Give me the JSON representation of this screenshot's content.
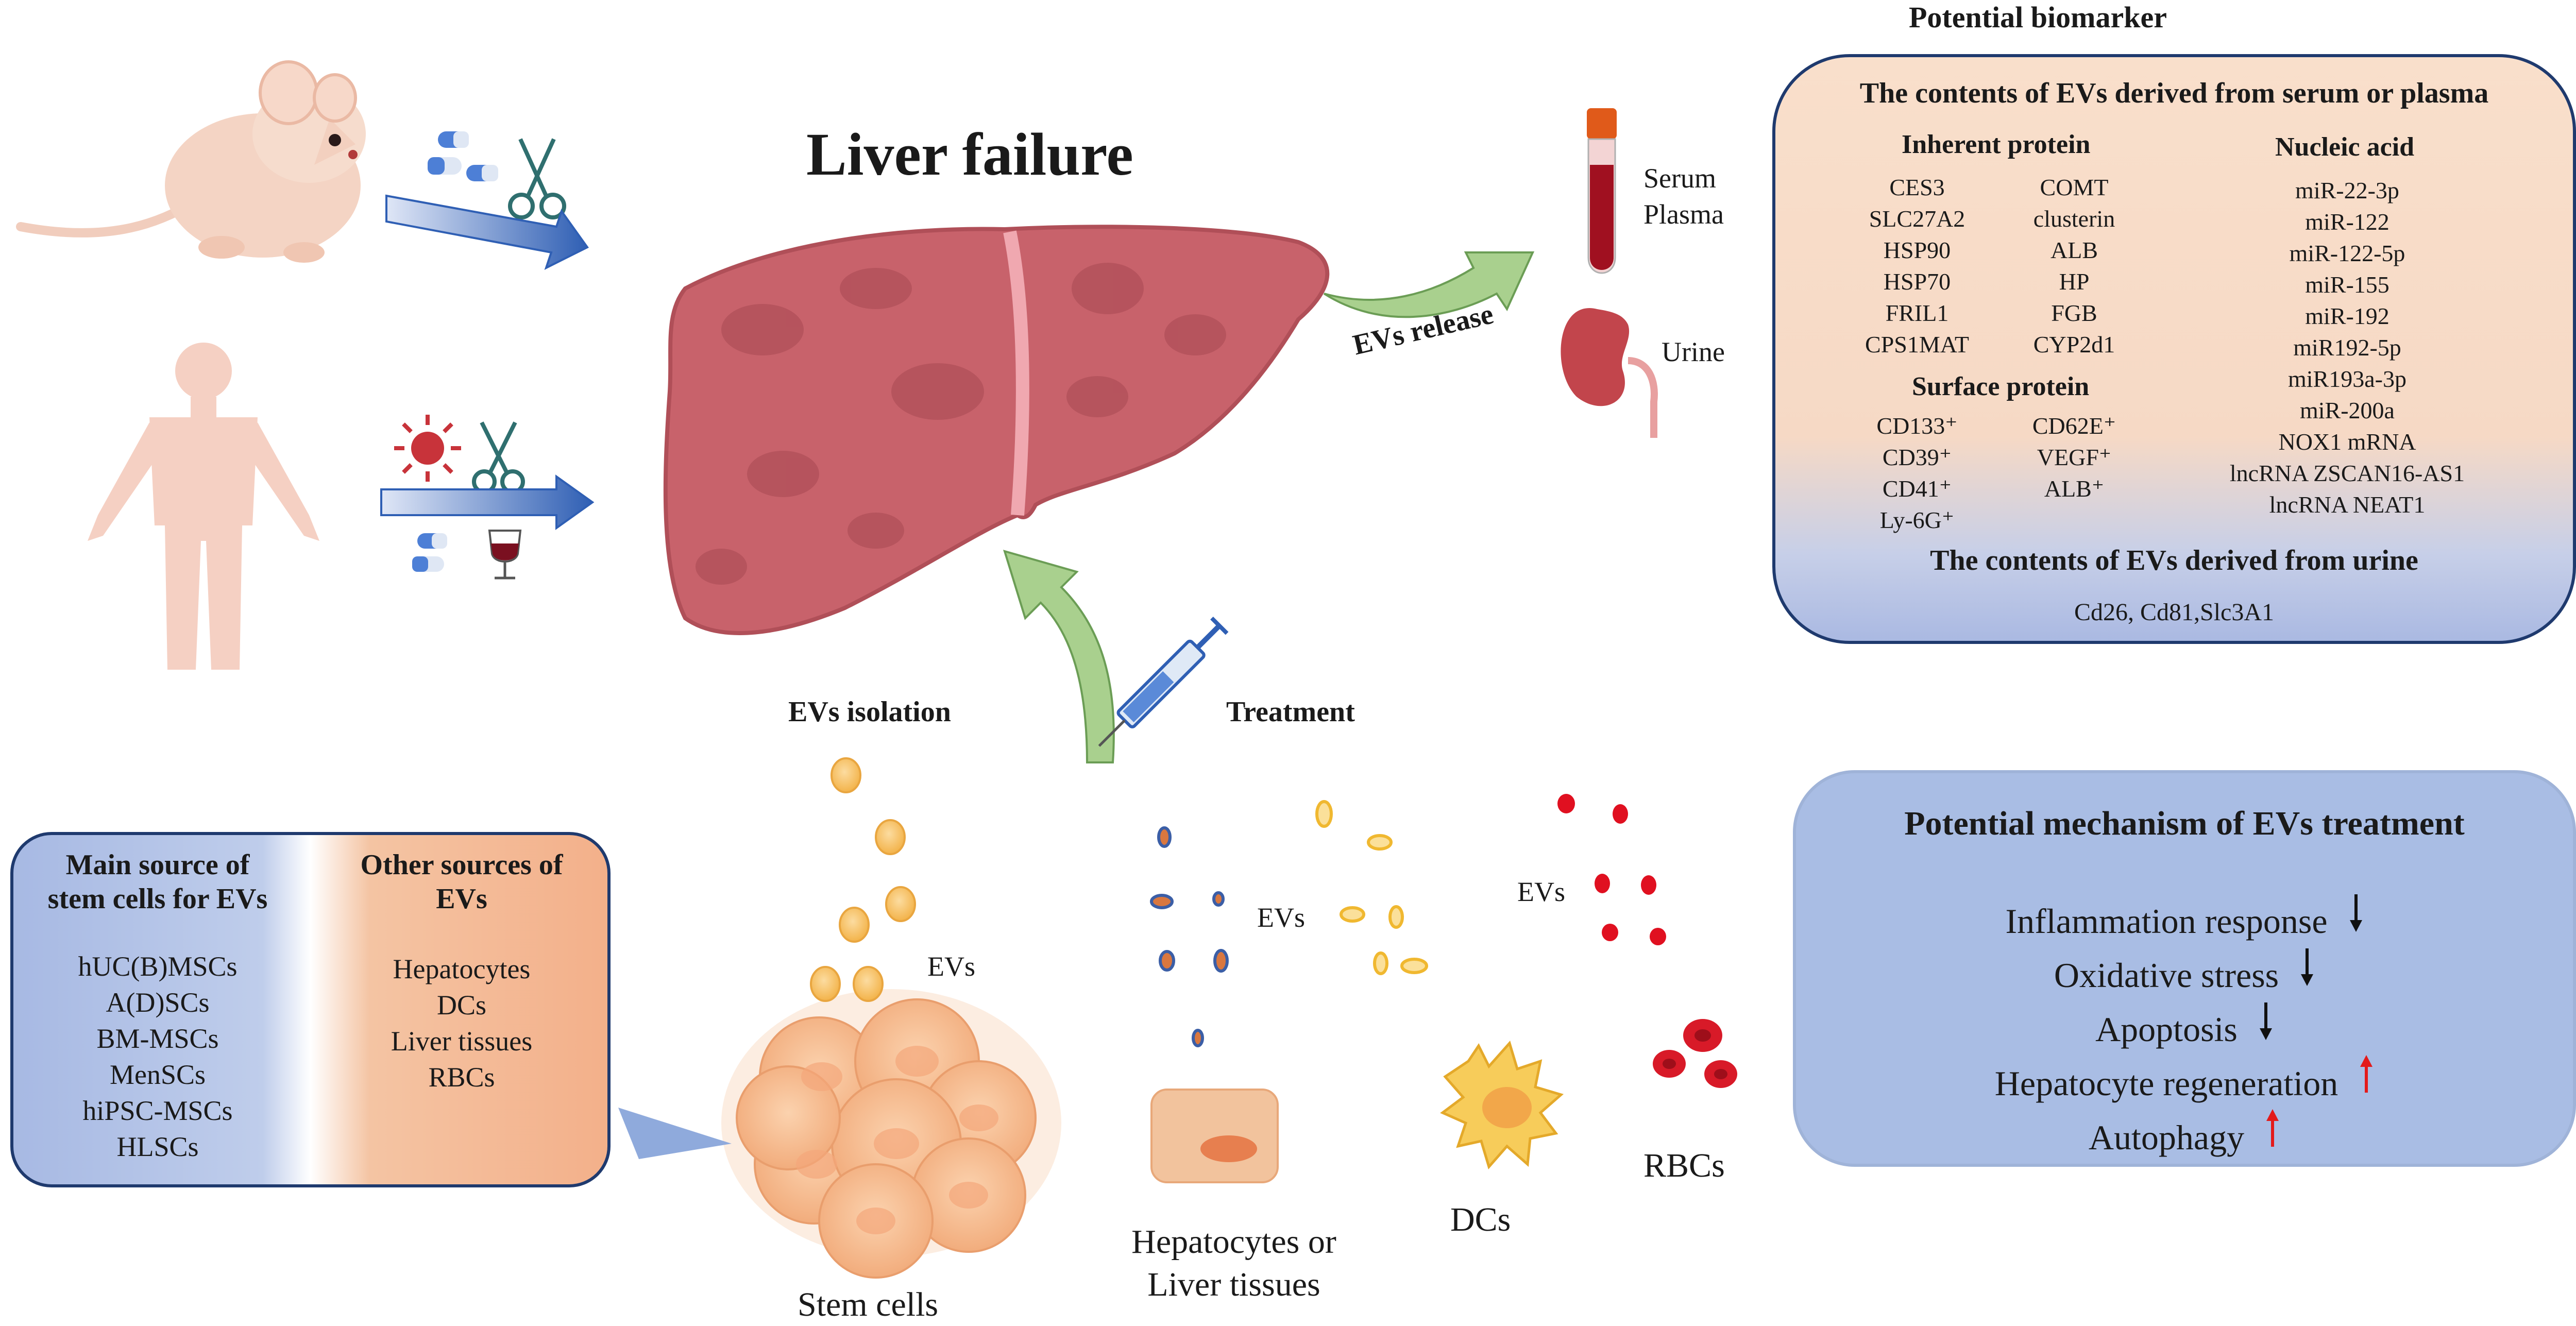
{
  "title": "Liver failure",
  "header": {
    "potential_biomarker": "Potential biomarker"
  },
  "samples": {
    "serum": "Serum",
    "plasma": "Plasma",
    "urine": "Urine"
  },
  "labels": {
    "evs_release": "EVs release",
    "evs_isolation": "EVs isolation",
    "treatment": "Treatment",
    "evs": "EVs",
    "stem_cells": "Stem cells",
    "hepatocytes_line1": "Hepatocytes or",
    "hepatocytes_line2": "Liver tissues",
    "dcs": "DCs",
    "rbcs": "RBCs"
  },
  "biomarker_panel": {
    "serum_title": "The contents of EVs derived from serum or plasma",
    "inherent_title": "Inherent protein",
    "inherent_col1": [
      "CES3",
      "SLC27A2",
      "HSP90",
      "HSP70",
      "FRIL1",
      "CPS1MAT"
    ],
    "inherent_col2": [
      "COMT",
      "clusterin",
      "ALB",
      "HP",
      "FGB",
      "CYP2d1"
    ],
    "surface_title": "Surface protein",
    "surface_col1": [
      "CD133⁺",
      "CD39⁺",
      "CD41⁺",
      "Ly-6G⁺"
    ],
    "surface_col2": [
      "CD62E⁺",
      "VEGF⁺",
      "ALB⁺"
    ],
    "nucleic_title": "Nucleic acid",
    "nucleic_items": [
      "miR-22-3p",
      "miR-122",
      "miR-122-5p",
      "miR-155",
      "miR-192",
      "miR192-5p",
      "miR193a-3p",
      "miR-200a",
      "NOX1 mRNA",
      "lncRNA ZSCAN16-AS1",
      "lncRNA NEAT1"
    ],
    "urine_title": "The contents of EVs derived from urine",
    "urine_items": "Cd26, Cd81,Slc3A1"
  },
  "mechanism_panel": {
    "title": "Potential mechanism of EVs treatment",
    "items": [
      {
        "text": "Inflammation response",
        "direction": "down"
      },
      {
        "text": "Oxidative stress",
        "direction": "down"
      },
      {
        "text": "Apoptosis",
        "direction": "down"
      },
      {
        "text": "Hepatocyte regeneration",
        "direction": "up"
      },
      {
        "text": "Autophagy",
        "direction": "up"
      }
    ]
  },
  "source_panel": {
    "main_title_line1": "Main source of",
    "main_title_line2": "stem cells for EVs",
    "main_items": [
      "hUC(B)MSCs",
      "A(D)SCs",
      "BM-MSCs",
      "MenSCs",
      "hiPSC-MSCs",
      "HLSCs"
    ],
    "other_title_line1": "Other sources of",
    "other_title_line2": "EVs",
    "other_items": [
      "Hepatocytes",
      "DCs",
      "Liver tissues",
      "RBCs"
    ]
  },
  "colors": {
    "liver": "#c8606a",
    "liver_dark": "#a4484f",
    "arrow_green": "#a8cf8e",
    "arrow_blue": "#3f6fc0",
    "rbc": "#e01020",
    "ev_yellow": "#f6c74a",
    "stem_cell": "#f4b48a",
    "down_arrow": "#111111",
    "up_arrow": "#e31a1a"
  },
  "icons": [
    "mouse-icon",
    "human-icon",
    "pills-icon",
    "scissors-icon",
    "virus-icon",
    "wine-glass-icon",
    "syringe-icon",
    "blood-tube-icon",
    "kidney-icon"
  ]
}
